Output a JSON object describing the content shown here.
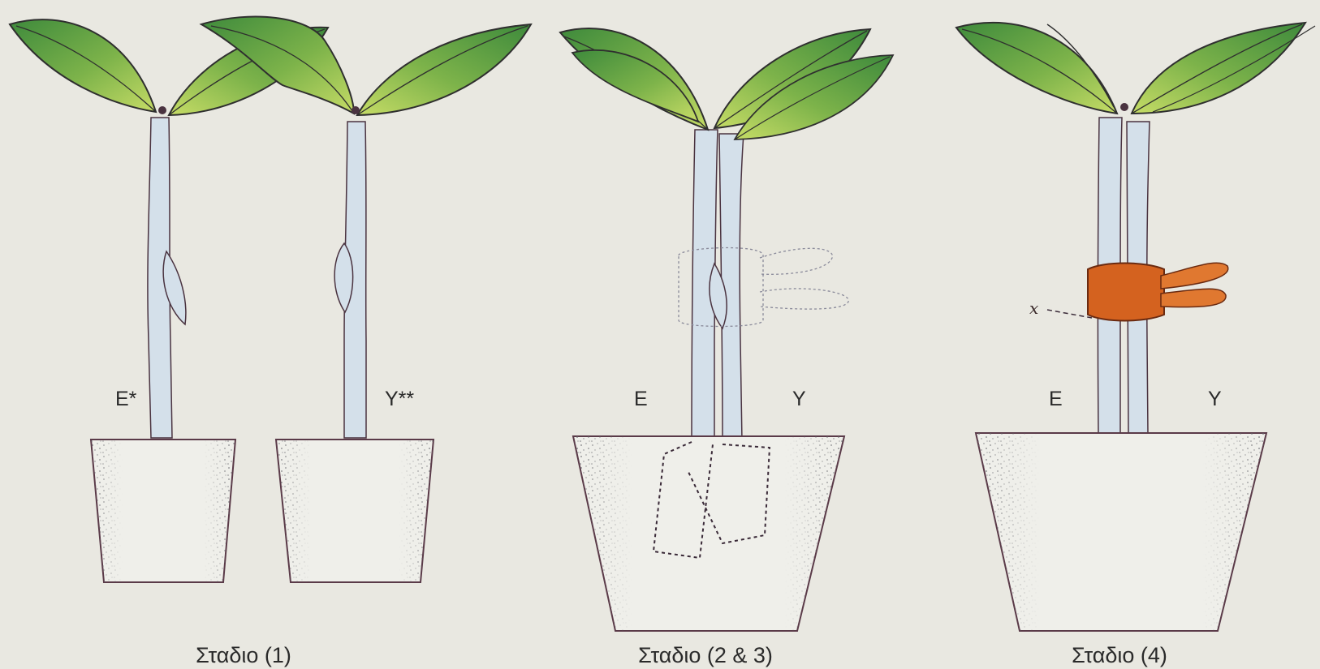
{
  "colors": {
    "background": "#e9e8e1",
    "leaf_light": "#b9d45a",
    "leaf_dark": "#3f8a3a",
    "stem": "#d4e0ea",
    "outline": "#4a3340",
    "pot_fill": "#efefea",
    "clip": "#d4621f"
  },
  "panels": [
    {
      "caption": "Σταδιο (1)",
      "labels": [
        "E*",
        "Y**"
      ]
    },
    {
      "caption": "Σταδιο (2 & 3)",
      "labels": [
        "E",
        "Y"
      ]
    },
    {
      "caption": "Σταδιο (4)",
      "labels": [
        "E",
        "Y"
      ],
      "mark": "x"
    }
  ]
}
